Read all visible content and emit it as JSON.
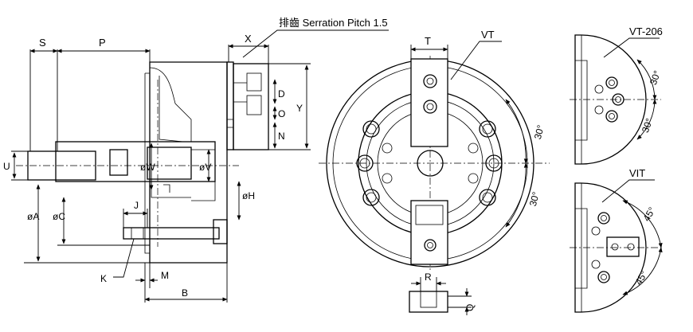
{
  "header_note": "排齒 Serration Pitch 1.5",
  "side_view": {
    "dim_s": "S",
    "dim_p": "P",
    "dim_x": "X",
    "dim_d": "D",
    "dim_o": "O",
    "dim_y": "Y",
    "dim_n": "N",
    "dim_u": "U",
    "dim_w": "øW",
    "dim_v": "øV",
    "dim_a": "øA",
    "dim_c": "øC",
    "dim_h": "øH",
    "dim_j": "J",
    "dim_k": "K",
    "dim_m": "M",
    "dim_b": "B"
  },
  "front_view": {
    "dim_t": "T",
    "label_vt": "VT",
    "angle_top": "30°",
    "angle_bottom": "30°",
    "dim_r": "R",
    "dim_q": "Q"
  },
  "variant_vt206": {
    "label": "VT-206",
    "angle_upper": "30°",
    "angle_lower": "30°"
  },
  "variant_vit": {
    "label": "VIT",
    "angle_upper": "45°",
    "angle_lower": "45°"
  }
}
